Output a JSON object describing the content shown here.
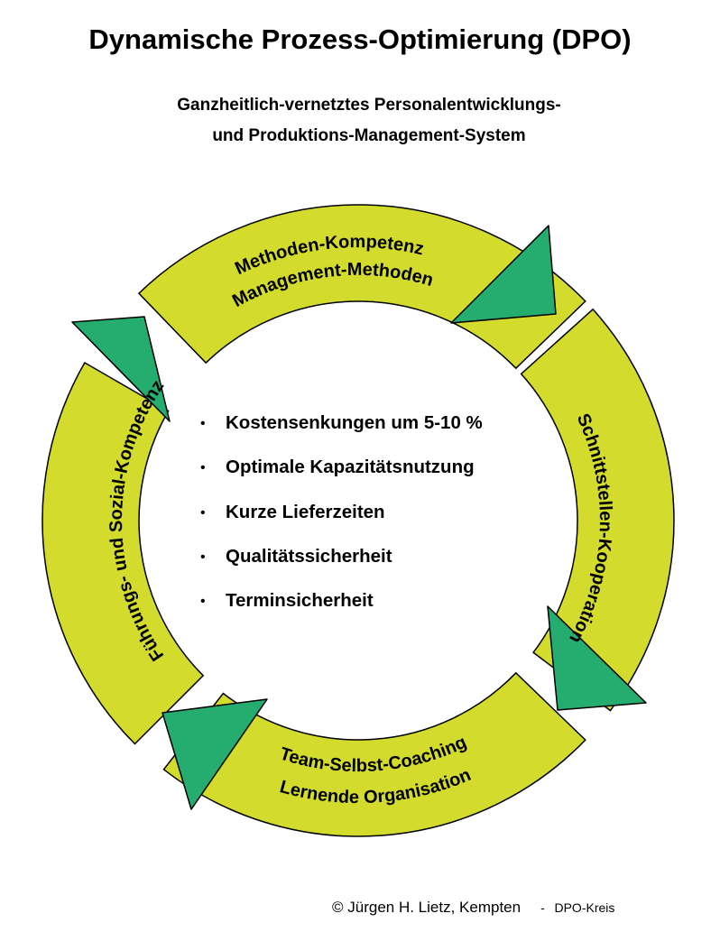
{
  "title": "Dynamische Prozess-Optimierung (DPO)",
  "subtitle": {
    "line1": "Ganzheitlich-vernetztes Personalentwicklungs-",
    "line2": "und Produktions-Management-System"
  },
  "cycle": {
    "top": {
      "line1": "Methoden-Kompetenz",
      "line2": "Management-Methoden"
    },
    "right": {
      "line1": "Schnittstellen-Kooperation"
    },
    "bottom": {
      "line1": "Team-Selbst-Coaching",
      "line2": "Lernende Organisation"
    },
    "left": {
      "line1": "Führungs- und Sozial-Kompetenz"
    }
  },
  "bullets": [
    "Kostensenkungen um 5-10 %",
    "Optimale Kapazitätsnutzung",
    "Kurze Lieferzeiten",
    "Qualitätssicherheit",
    "Terminsicherheit"
  ],
  "bullet_symbol": "•",
  "footer": {
    "copyright": "© Jürgen H. Lietz, Kempten",
    "separator": "-",
    "label": "DPO-Kreis"
  },
  "colors": {
    "ring": "#d3dc2c",
    "arrow": "#24ad6e",
    "outline": "#000000"
  }
}
